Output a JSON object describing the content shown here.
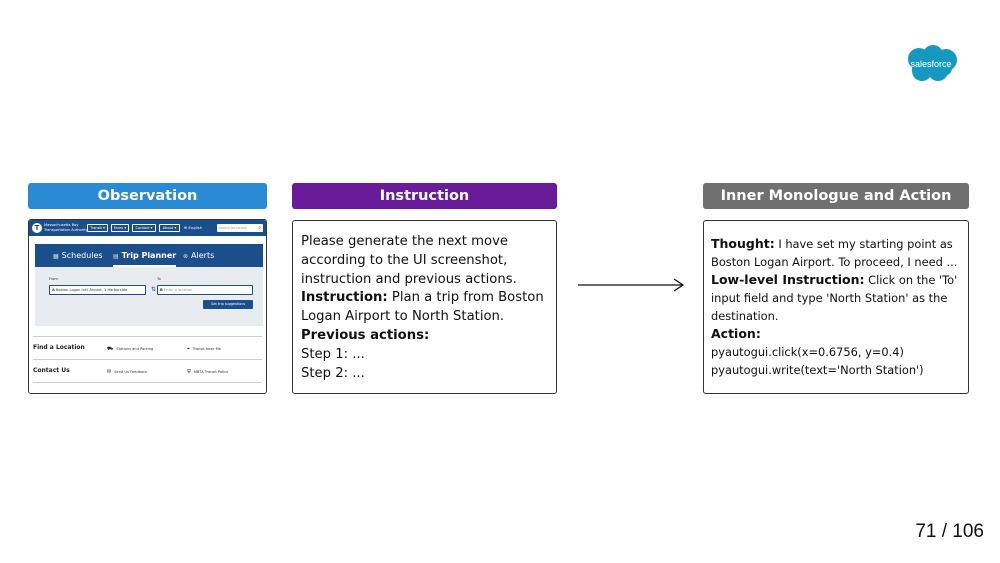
{
  "logo": {
    "text": "salesforce",
    "color": "#1798c1"
  },
  "observation": {
    "header": "Observation",
    "header_color": "#2a8ad4",
    "screenshot": {
      "brand_line1": "Massachusetts Bay",
      "brand_line2": "Transportation Authority",
      "nav": [
        "Transit ▾",
        "Fares ▾",
        "Contact ▾",
        "About ▾"
      ],
      "language": "English",
      "search_placeholder": "Search for routes",
      "tabs": [
        {
          "label": "Schedules",
          "icon": "calendar-icon",
          "active": false
        },
        {
          "label": "Trip Planner",
          "icon": "map-icon",
          "active": true
        },
        {
          "label": "Alerts",
          "icon": "alert-icon",
          "active": false
        }
      ],
      "from_label": "From",
      "to_label": "To",
      "from_value": "Boston Logan Int'l Airport, 1 Harborside",
      "to_placeholder": "Enter a location",
      "submit_label": "Get trip suggestions",
      "sections": [
        {
          "title": "Find a Location",
          "links": [
            "Stations and Parking",
            "Transit Near Me"
          ]
        },
        {
          "title": "Contact Us",
          "links": [
            "Send Us Feedback",
            "MBTA Transit Police"
          ]
        }
      ]
    }
  },
  "instruction": {
    "header": "Instruction",
    "header_color": "#6a1b9a",
    "line1": "Please generate the next move",
    "line2": "according to the UI screenshot,",
    "line3": "instruction and previous actions.",
    "instr_label": "Instruction:",
    "instr_text1": " Plan a trip from Boston",
    "instr_text2": "Logan Airport to North Station.",
    "prev_label": "Previous actions:",
    "step1": "Step 1: ...",
    "step2": "Step 2: ..."
  },
  "inner": {
    "header": "Inner Monologue and Action",
    "header_color": "#707070",
    "thought_label": "Thought:",
    "thought_text1": " I have set my starting point as",
    "thought_text2": "Boston Logan Airport. To proceed, I need ...",
    "low_label": "Low-level Instruction:",
    "low_text1": " Click on the 'To'",
    "low_text2": "input field and type 'North Station' as the",
    "low_text3": "destination.",
    "action_label": "Action:",
    "action1": "pyautogui.click(x=0.6756, y=0.4)",
    "action2": "pyautogui.write(text='North Station')"
  },
  "page_number": "71 / 106"
}
